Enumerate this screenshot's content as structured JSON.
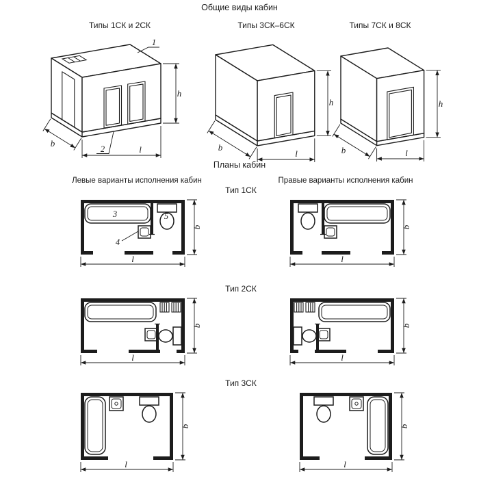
{
  "titles": {
    "general_views": "Общие виды кабин",
    "plans": "Планы кабин"
  },
  "iso": {
    "captions": [
      "Типы 1СК и 2СК",
      "Типы 3СК–6СК",
      "Типы 7СК и 8СК"
    ]
  },
  "dim_labels": {
    "h": "h",
    "b": "b",
    "l": "l"
  },
  "callouts": {
    "1": "1",
    "2": "2",
    "3": "3",
    "4": "4",
    "5": "5"
  },
  "plan_section": {
    "left_header": "Левые варианты исполнения кабин",
    "right_header": "Правые варианты исполнения кабин",
    "types": [
      "Тип 1СК",
      "Тип 2СК",
      "Тип 3СК"
    ]
  },
  "colors": {
    "line": "#1c1c1c",
    "background": "#ffffff"
  }
}
